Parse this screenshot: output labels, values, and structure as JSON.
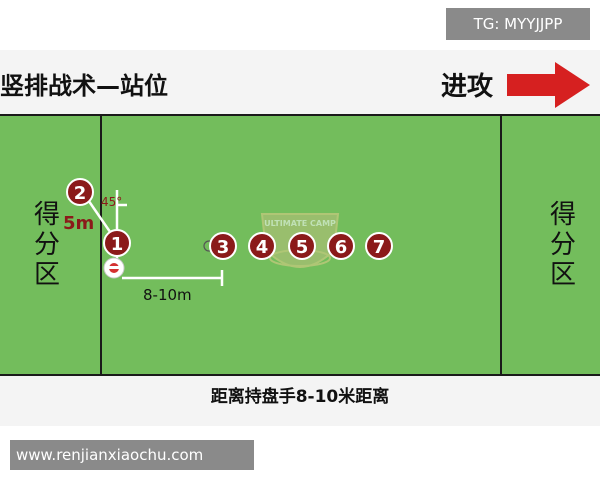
{
  "watermark_top": "TG: MYYJJPP",
  "title": "竖排战术—站位",
  "attack": "进攻",
  "endzone_left": [
    "得",
    "分",
    "区"
  ],
  "endzone_right": [
    "得",
    "分",
    "区"
  ],
  "logo_text": "ULTIMATE CAMP",
  "players": [
    "1",
    "2",
    "3",
    "4",
    "5",
    "6",
    "7"
  ],
  "labels": {
    "angle": "45°",
    "distance_short": "5m",
    "distance_long": "8-10m"
  },
  "caption": "距离持盘手8-10米距离",
  "watermark_bottom": "www.renjianxiaochu.com",
  "colors": {
    "field": "#73bd5c",
    "player": "#8b1a1a",
    "arrow": "#d62020",
    "angle_label": "#8b1a1a"
  }
}
